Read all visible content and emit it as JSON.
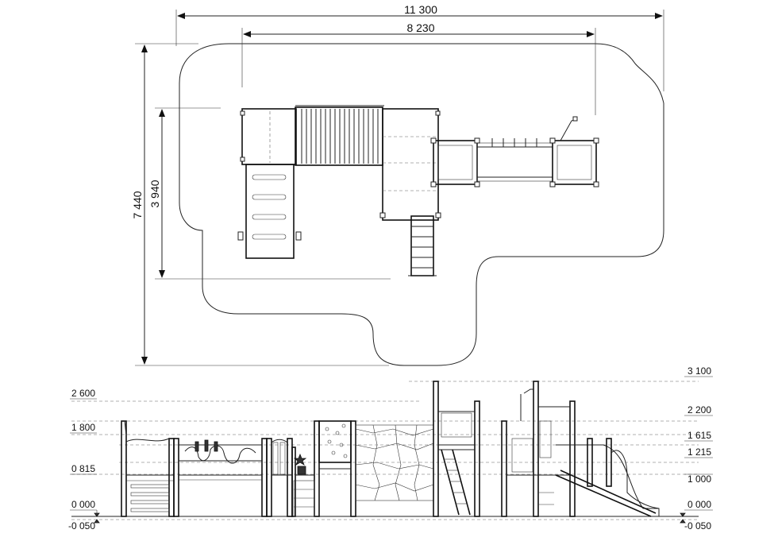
{
  "plan": {
    "dimensions": {
      "overall_width": "11 300",
      "structure_width": "8 230",
      "overall_depth": "7 440",
      "structure_depth": "3 940"
    }
  },
  "elevation": {
    "levels_left": [
      "2 600",
      "1 800",
      "0 815",
      "0 000",
      "-0 050"
    ],
    "levels_right": [
      "3 100",
      "2 200",
      "1 615",
      "1 215",
      "1 000",
      "0 000",
      "-0 050"
    ]
  }
}
